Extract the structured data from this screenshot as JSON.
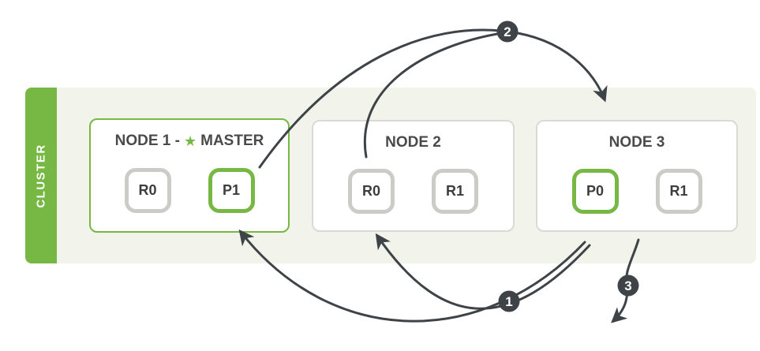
{
  "cluster": {
    "label": "CLUSTER"
  },
  "nodes": [
    {
      "title_prefix": "NODE 1 -",
      "master_star": "★",
      "title_suffix": "MASTER",
      "shards": [
        {
          "label": "R0",
          "type": "replica"
        },
        {
          "label": "P1",
          "type": "primary"
        }
      ]
    },
    {
      "title": "NODE 2",
      "shards": [
        {
          "label": "R0",
          "type": "replica"
        },
        {
          "label": "R1",
          "type": "replica"
        }
      ]
    },
    {
      "title": "NODE 3",
      "shards": [
        {
          "label": "P0",
          "type": "primary"
        },
        {
          "label": "R1",
          "type": "replica"
        }
      ]
    }
  ],
  "badges": [
    {
      "label": "1"
    },
    {
      "label": "2"
    },
    {
      "label": "3"
    }
  ],
  "arrows": [
    {
      "badge": "1",
      "from": "node-3-shard-p0",
      "to": "node-1-shard-p1 and node-2-shard-r0"
    },
    {
      "badge": "2",
      "from": "node-1-shard-p1 and node-2-shard-r0",
      "to": "node-3-top"
    },
    {
      "badge": "3",
      "from": "node-3-bottom",
      "to": "outside-cluster"
    }
  ],
  "colors": {
    "green": "#76b843",
    "band_bg": "#f2f4eb",
    "node_border_gray": "#d9d9d6",
    "shard_border_gray": "#cbcbc8",
    "arrow_dark": "#3e4347",
    "title_text": "#4a4a4a",
    "badge_text": "#ffffff"
  }
}
